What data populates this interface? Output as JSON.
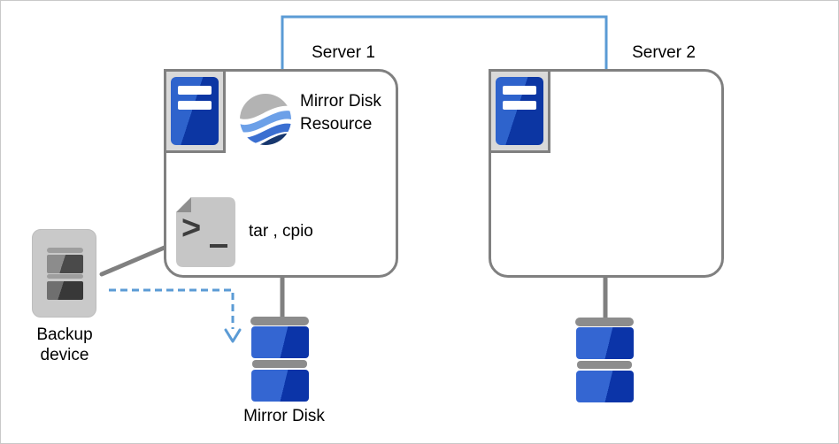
{
  "servers": [
    {
      "label": "Server 1"
    },
    {
      "label": "Server 2"
    }
  ],
  "resource": {
    "label": "Mirror Disk Resource"
  },
  "commands": {
    "label": "tar , cpio"
  },
  "backup_device": {
    "label": "Backup device"
  },
  "mirror_disk": {
    "label": "Mirror Disk"
  },
  "icons": {
    "server-icon": "blue tower with two white drive slots in gray frame",
    "mirror-disk-resource-icon": "globe of gray and blue waves",
    "shell-script-icon": "gray document with folded corner and >_ prompt",
    "backup-device-icon": "gray tape drive with two dark slots",
    "mirror-disk-icon": "stacked blue platters with gray caps"
  },
  "colors": {
    "connector_blue": "#5b9bd5",
    "hw_border_gray": "#808080",
    "server_blue_light": "#2e63cc",
    "server_blue_dark": "#0c36a3",
    "disk_blue_light": "#3466d2",
    "disk_blue_dark": "#0b34a8",
    "disk_gray": "#8c8c8c",
    "globe_gray": "#b3b3b3",
    "globe_blue_light": "#6ca0e8",
    "globe_blue_mid": "#3b6fd1",
    "globe_navy": "#17376e"
  }
}
